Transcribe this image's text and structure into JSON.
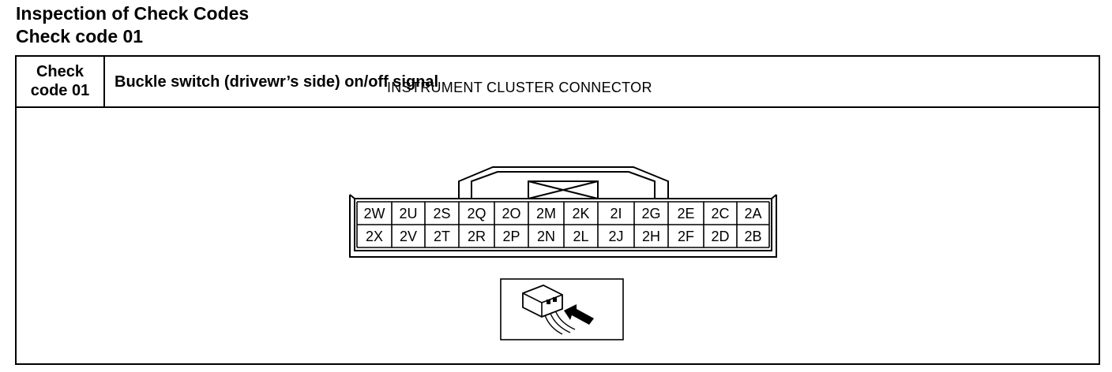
{
  "page": {
    "title": "Inspection of Check Codes",
    "subtitle": "Check code 01"
  },
  "table": {
    "code_label_line1": "Check",
    "code_label_line2": "code 01",
    "description": "Buckle switch (drivewr’s side) on/off signal"
  },
  "connector": {
    "title": "INSTRUMENT CLUSTER CONNECTOR",
    "top_row": [
      "2W",
      "2U",
      "2S",
      "2Q",
      "2O",
      "2M",
      "2K",
      "2I",
      "2G",
      "2E",
      "2C",
      "2A"
    ],
    "bottom_row": [
      "2X",
      "2V",
      "2T",
      "2R",
      "2P",
      "2N",
      "2L",
      "2J",
      "2H",
      "2F",
      "2D",
      "2B"
    ]
  },
  "icons": {
    "probe": "connector-probe-icon"
  }
}
